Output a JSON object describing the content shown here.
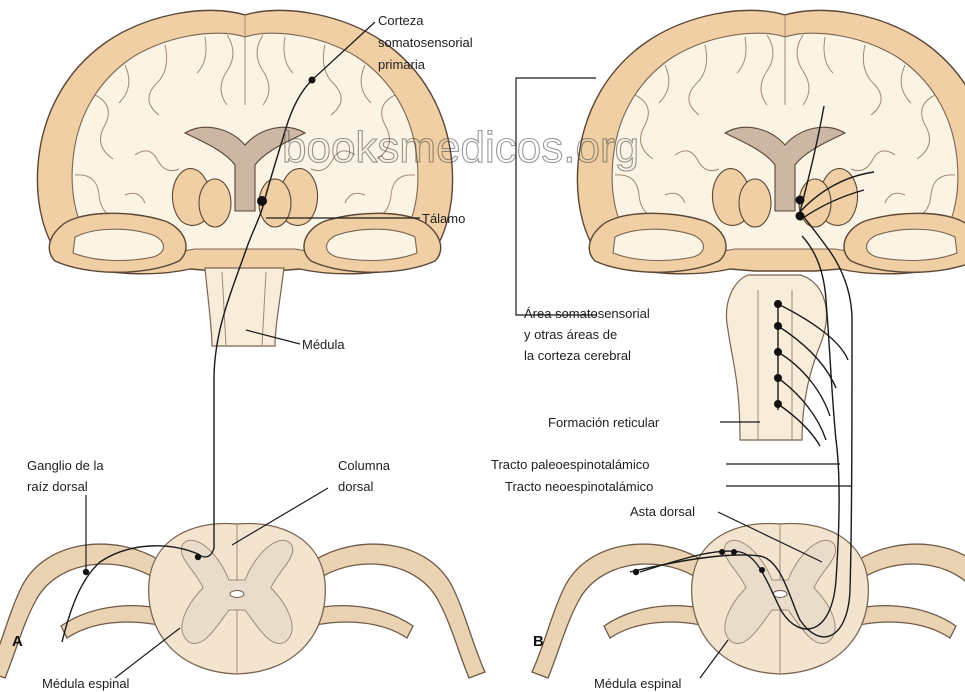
{
  "watermark": "booksmedicos.org",
  "panel_a": {
    "letter": "A",
    "labels": {
      "cortex_line1": "Corteza",
      "cortex_line2": "somatosensorial",
      "cortex_line3": "primaria",
      "thalamus": "Tálamo",
      "medulla": "Médula",
      "ganglion_line1": "Ganglio de la",
      "ganglion_line2": "raíz dorsal",
      "column_line1": "Columna",
      "column_line2": "dorsal",
      "spinal_cord": "Médula espinal"
    }
  },
  "panel_b": {
    "letter": "B",
    "labels": {
      "area_line1": "Área somatosensorial",
      "area_line2": "y otras áreas de",
      "area_line3": "la corteza cerebral",
      "reticular": "Formación reticular",
      "paleo": "Tracto paleoespinotalámico",
      "neo": "Tracto neoespinotalámico",
      "dorsal_horn": "Asta dorsal",
      "spinal_cord": "Médula espinal"
    }
  },
  "colors": {
    "cortex": "#efcfa3",
    "white_matter": "#fbf3e4",
    "ventricle": "#cbb7a3",
    "cord": "#f3e4d0",
    "pathway": "#1a1a1a"
  }
}
